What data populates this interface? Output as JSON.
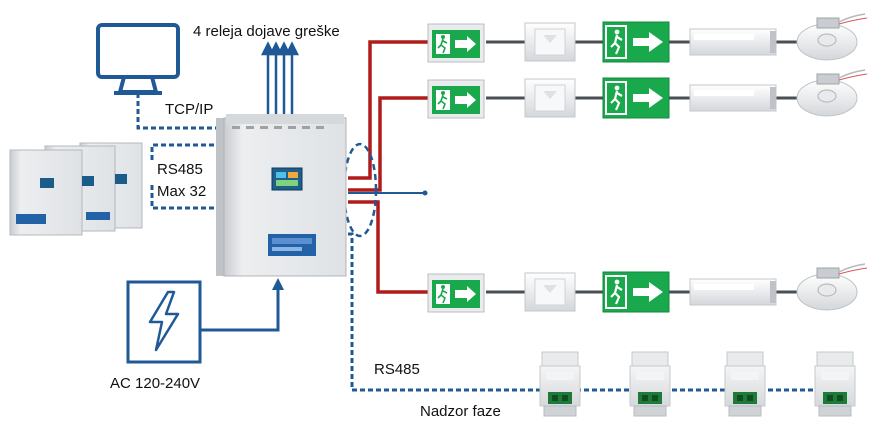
{
  "labels": {
    "relays": "4 releja dojave greške",
    "tcpip": "TCP/IP",
    "rs485_left": "RS485",
    "max32": "Max 32",
    "ac_input": "AC 120-240V",
    "rs485_bottom": "RS485",
    "phase_monitor": "Nadzor faze"
  },
  "colors": {
    "blue": "#1f5a96",
    "red": "#b01c1c",
    "green": "#17a34a",
    "gray_line": "#4a4f55"
  },
  "icons": {
    "monitor": "monitor-icon",
    "power": "lightning-icon",
    "exit_sign": "running-man-exit-icon",
    "arrow": "arrow-right-icon"
  }
}
